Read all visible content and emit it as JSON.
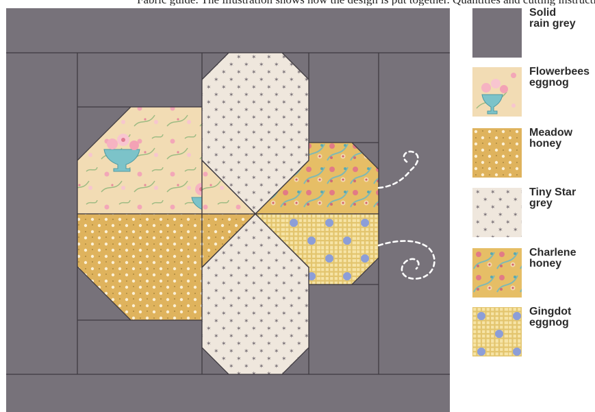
{
  "caption": "Fabric guide. The illustration shows how the design is put together. Quantities and cutting instructions are given separately in the pattern.",
  "colors": {
    "background_grey": "#77727a",
    "seam": "#3e3a40",
    "star_bg": "#efe7dd",
    "star": "#7a7278",
    "honey": "#dfb35d",
    "flower_bg": "#f2dcb4",
    "gingdot_bg": "#f6e4a6",
    "dot": "#8c9ed8",
    "stitch": "#ffffff"
  },
  "legend": [
    {
      "name": "Solid rain grey",
      "line1": "Solid",
      "line2": "rain grey",
      "swatch": "solid-grey"
    },
    {
      "name": "Flowerbees eggnog",
      "line1": "Flowerbees",
      "line2": "eggnog",
      "swatch": "flowerbees"
    },
    {
      "name": "Meadow honey",
      "line1": "Meadow",
      "line2": "honey",
      "swatch": "meadow"
    },
    {
      "name": "Tiny Star grey",
      "line1": "Tiny Star",
      "line2": "grey",
      "swatch": "tinystar"
    },
    {
      "name": "Charlene honey",
      "line1": "Charlene",
      "line2": "honey",
      "swatch": "charlene"
    },
    {
      "name": "Gingdot eggnog",
      "line1": "Gingdot",
      "line2": "eggnog",
      "swatch": "gingdot"
    }
  ]
}
